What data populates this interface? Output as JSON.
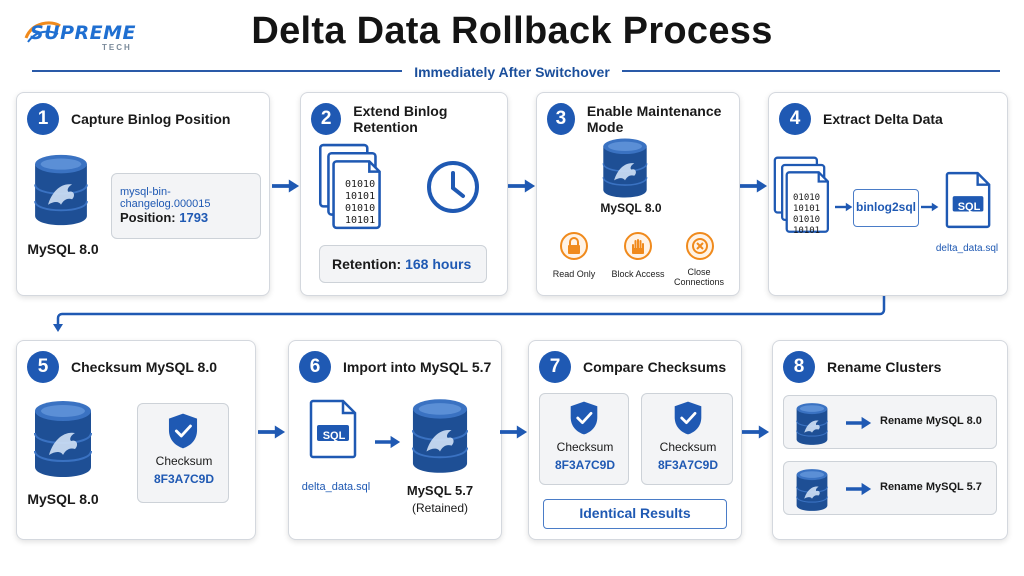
{
  "logo": {
    "name": "SUPREME",
    "sub": "TECH"
  },
  "title": "Delta Data Rollback Process",
  "subtitle": "Immediately After Switchover",
  "steps": [
    {
      "num": "1",
      "title": "Capture Binlog Position",
      "db_label": "MySQL 8.0",
      "binlog_file": "mysql-bin-changelog.000015",
      "position_label": "Position:",
      "position_value": "1793"
    },
    {
      "num": "2",
      "title": "Extend Binlog Retention",
      "binary_lines": [
        "01010",
        "10101",
        "01010",
        "10101"
      ],
      "retention_label": "Retention:",
      "retention_value": "168 hours"
    },
    {
      "num": "3",
      "title": "Enable Maintenance Mode",
      "db_label": "MySQL 8.0",
      "modes": [
        "Read Only",
        "Block Access",
        "Close Connections"
      ]
    },
    {
      "num": "4",
      "title": "Extract Delta Data",
      "binary_lines": [
        "01010",
        "10101",
        "01010",
        "10101"
      ],
      "tool": "binlog2sql",
      "file_badge": "SQL",
      "file_name": "delta_data.sql"
    },
    {
      "num": "5",
      "title": "Checksum MySQL 8.0",
      "db_label": "MySQL 8.0",
      "checksum_label": "Checksum",
      "checksum_value": "8F3A7C9D"
    },
    {
      "num": "6",
      "title": "Import into MySQL 5.7",
      "file_badge": "SQL",
      "file_name": "delta_data.sql",
      "db_label": "MySQL 5.7",
      "db_sub": "(Retained)"
    },
    {
      "num": "7",
      "title": "Compare Checksums",
      "checksums": [
        {
          "label": "Checksum",
          "value": "8F3A7C9D"
        },
        {
          "label": "Checksum",
          "value": "8F3A7C9D"
        }
      ],
      "result": "Identical Results"
    },
    {
      "num": "8",
      "title": "Rename Clusters",
      "renames": [
        "Rename MySQL 8.0",
        "Rename MySQL 5.7"
      ]
    }
  ],
  "colors": {
    "primary": "#1f59b3",
    "accent_orange": "#f08a1c",
    "dark_blue": "#1b3f7a"
  }
}
